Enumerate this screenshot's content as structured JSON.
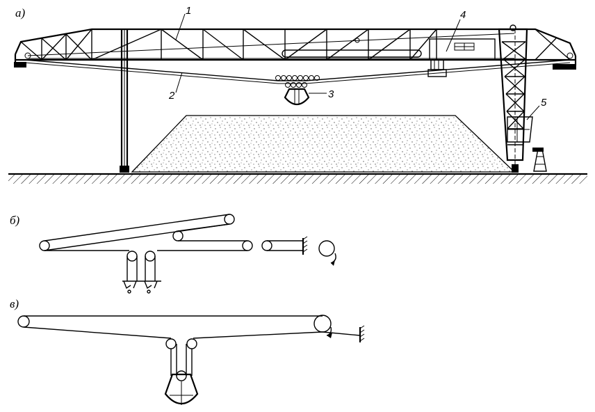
{
  "sections": {
    "a": "а)",
    "b": "б)",
    "v": "в)"
  },
  "callouts": {
    "n1": "1",
    "n2": "2",
    "n3": "3",
    "n4": "4",
    "n5": "5"
  },
  "colors": {
    "ink": "#000000",
    "paper": "#ffffff",
    "pile_dots": "#555555"
  }
}
